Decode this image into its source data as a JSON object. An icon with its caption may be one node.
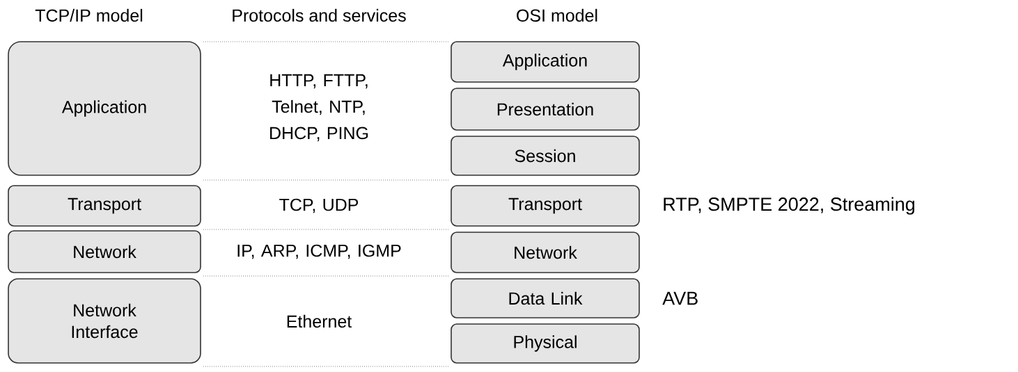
{
  "diagram": {
    "nodes": [
      {
        "text": [
          "Application"
        ]
      },
      {
        "text": [
          "Transport"
        ]
      },
      {
        "text": [
          "Network"
        ]
      },
      {
        "text": [
          "Network Interface"
        ]
      },
      {
        "text": [
          "Application"
        ]
      },
      {
        "text": [
          "Presentation"
        ]
      },
      {
        "text": [
          "Session"
        ]
      },
      {
        "text": [
          "Transport"
        ]
      },
      {
        "text": [
          "Network"
        ]
      },
      {
        "text": [
          "Data Link"
        ]
      },
      {
        "text": [
          "Physical"
        ]
      }
    ],
    "labels": [
      "TCP/IP model",
      "Protocols and services",
      "OSI model",
      "HTTP, FTTP, Telnet, NTP, DHCP, PING",
      "TCP, UDP",
      "RTP, SMPTE 2022, Streaming",
      "IP, ARP, ICMP, IGMP",
      "Ethernet",
      "AVB"
    ]
  }
}
